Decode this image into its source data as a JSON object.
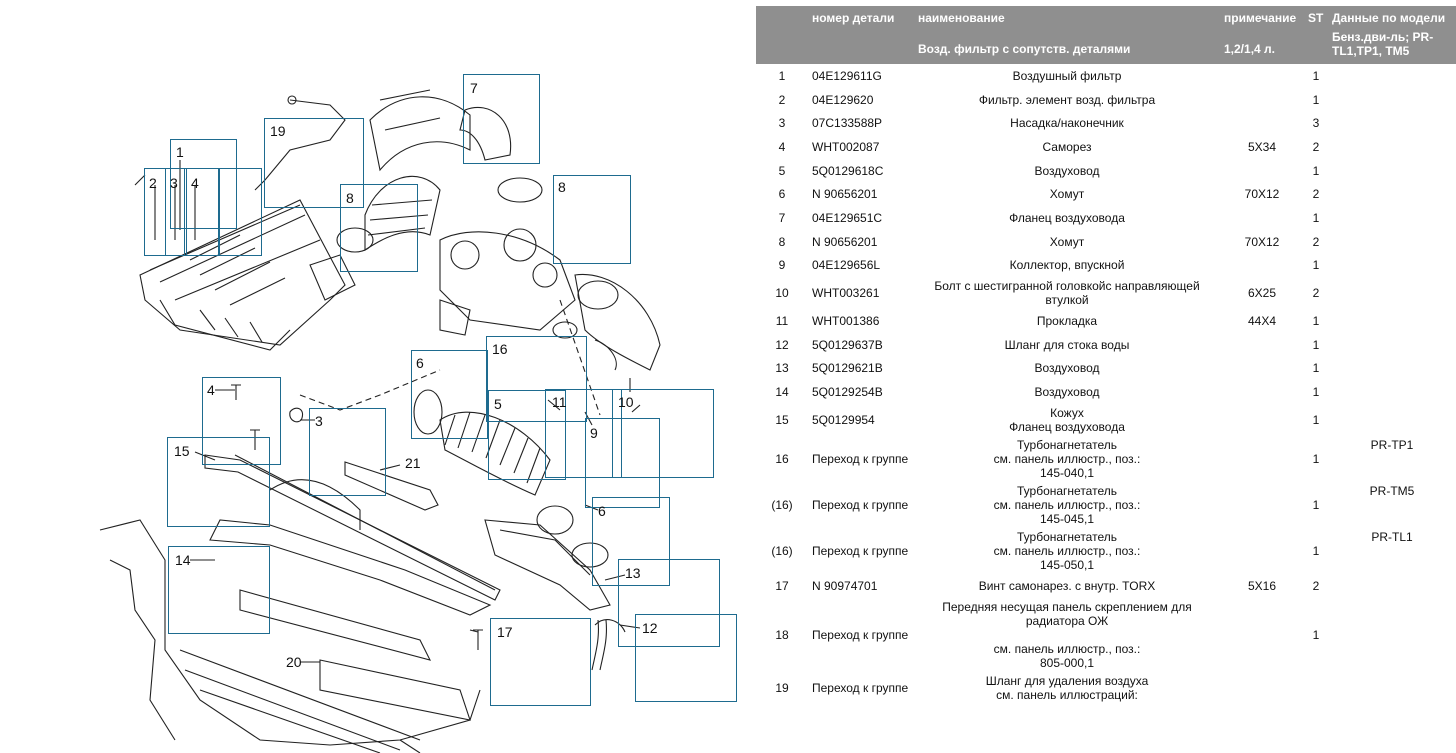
{
  "headers": {
    "part_number": "номер детали",
    "name": "наименование",
    "note": "примечание",
    "st": "ST",
    "model": "Данные по модели"
  },
  "group": {
    "name": "Возд. фильтр с сопутств. деталями",
    "note": "1,2/1,4 л.",
    "model": "Бенз.дви-ль; PR-TL1,TP1, TM5"
  },
  "rows": [
    {
      "pos": "1",
      "part": "04E129611G",
      "name": "Воздушный фильтр",
      "note": "",
      "st": "1",
      "model": ""
    },
    {
      "pos": "2",
      "part": "04E129620",
      "name": "Фильтр. элемент возд. фильтра",
      "note": "",
      "st": "1",
      "model": ""
    },
    {
      "pos": "3",
      "part": "07C133588P",
      "name": "Насадка/наконечник",
      "note": "",
      "st": "3",
      "model": ""
    },
    {
      "pos": "4",
      "part": "WHT002087",
      "name": "Саморез",
      "note": "5X34",
      "st": "2",
      "model": ""
    },
    {
      "pos": "5",
      "part": "5Q0129618C",
      "name": "Воздуховод",
      "note": "",
      "st": "1",
      "model": ""
    },
    {
      "pos": "6",
      "part": "N 90656201",
      "name": "Хомут",
      "note": "70X12",
      "st": "2",
      "model": ""
    },
    {
      "pos": "7",
      "part": "04E129651C",
      "name": "Фланец воздуховода",
      "note": "",
      "st": "1",
      "model": ""
    },
    {
      "pos": "8",
      "part": "N 90656201",
      "name": "Хомут",
      "note": "70X12",
      "st": "2",
      "model": ""
    },
    {
      "pos": "9",
      "part": "04E129656L",
      "name": "Коллектор, впускной",
      "note": "",
      "st": "1",
      "model": ""
    },
    {
      "pos": "10",
      "part": "WHT003261",
      "name": "Болт с шестигранной головкойс направляющей втулкой",
      "note": "6X25",
      "st": "2",
      "model": ""
    },
    {
      "pos": "11",
      "part": "WHT001386",
      "name": "Прокладка",
      "note": "44X4",
      "st": "1",
      "model": ""
    },
    {
      "pos": "12",
      "part": "5Q0129637B",
      "name": "Шланг для стока воды",
      "note": "",
      "st": "1",
      "model": ""
    },
    {
      "pos": "13",
      "part": "5Q0129621B",
      "name": "Воздуховод",
      "note": "",
      "st": "1",
      "model": ""
    },
    {
      "pos": "14",
      "part": "5Q0129254B",
      "name": "Воздуховод",
      "note": "",
      "st": "1",
      "model": ""
    },
    {
      "pos": "15",
      "part": "5Q0129954",
      "name": "Кожух\nФланец воздуховода",
      "note": "",
      "st": "1",
      "model": ""
    },
    {
      "pos": "16",
      "part": "Переход к группе",
      "name": "Турбонагнетатель\nсм. панель иллюстр., поз.:\n145-040,1",
      "note": "",
      "st": "1",
      "model": "PR-TP1"
    },
    {
      "pos": "(16)",
      "part": "Переход к группе",
      "name": "Турбонагнетатель\nсм. панель иллюстр., поз.:\n145-045,1",
      "note": "",
      "st": "1",
      "model": "PR-TM5"
    },
    {
      "pos": "(16)",
      "part": "Переход к группе",
      "name": "Турбонагнетатель\nсм. панель иллюстр., поз.:\n145-050,1",
      "note": "",
      "st": "1",
      "model": "PR-TL1"
    },
    {
      "pos": "17",
      "part": "N 90974701",
      "name": "Винт самонарез. с внутр. TORX",
      "note": "5X16",
      "st": "2",
      "model": ""
    },
    {
      "pos": "18",
      "part": "Переход к группе",
      "name": "Передняя несущая панель скреплением для радиатора ОЖ\n\nсм. панель иллюстр., поз.:\n805-000,1",
      "note": "",
      "st": "1",
      "model": ""
    },
    {
      "pos": "19",
      "part": "Переход к группе",
      "name": "Шланг для удаления воздуха\nсм. панель иллюстраций:",
      "note": "",
      "st": "",
      "model": ""
    }
  ],
  "callouts": [
    "1",
    "2",
    "3",
    "4",
    "5",
    "6",
    "7",
    "8",
    "9",
    "10",
    "11",
    "12",
    "13",
    "14",
    "15",
    "16",
    "17",
    "19",
    "20",
    "21"
  ],
  "colors": {
    "header_bg": "#8f8f8f",
    "hotspot": "#1e6b8f",
    "header_text": "#ffffff"
  }
}
